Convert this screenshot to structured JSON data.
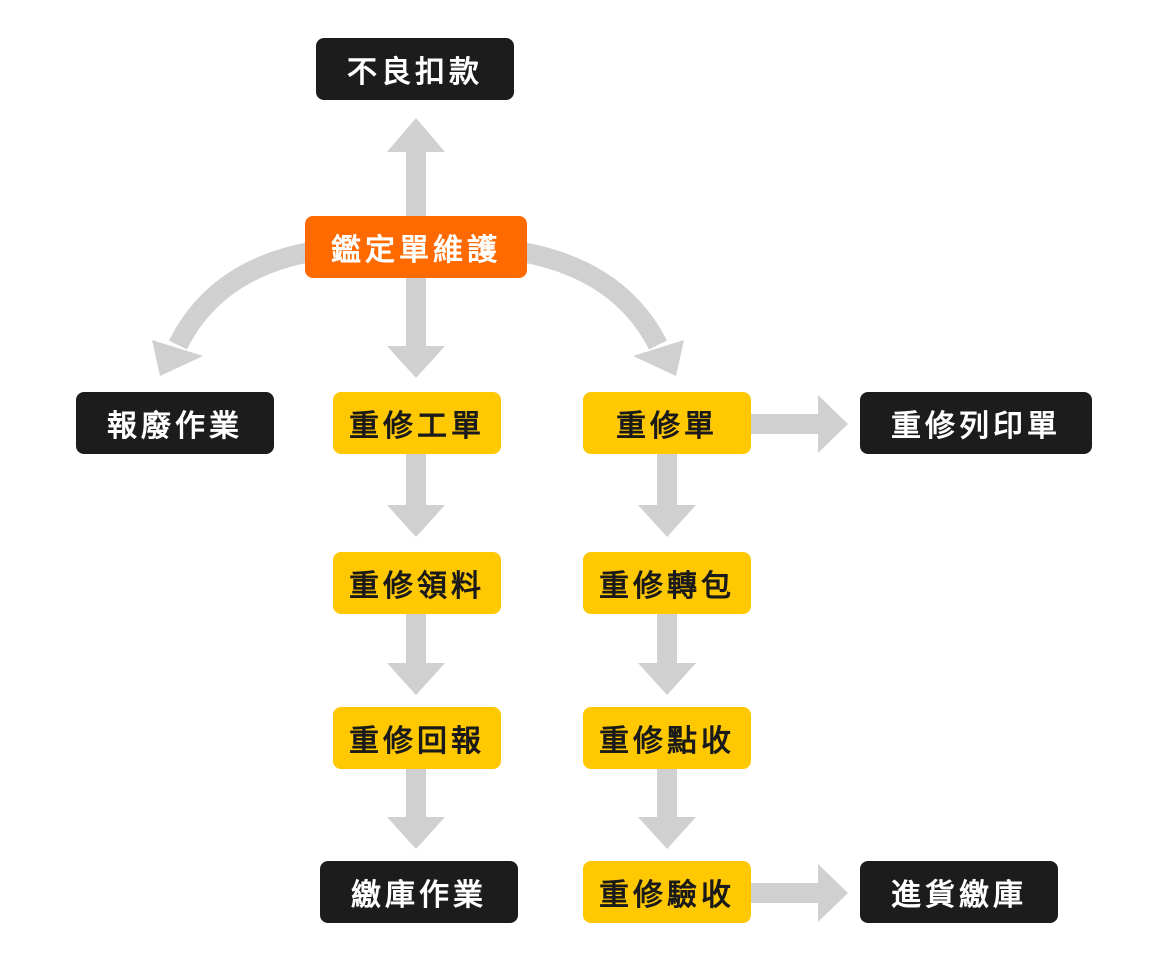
{
  "colors": {
    "dark_node": "#1c1c1c",
    "yellow_node": "#ffc800",
    "orange_node": "#ff6a00",
    "arrow": "#d0d0d0"
  },
  "nodes": {
    "deduction": "不良扣款",
    "appraisal": "鑑定單維護",
    "scrap": "報廢作業",
    "repair_work_order": "重修工單",
    "repair_order": "重修單",
    "repair_print": "重修列印單",
    "repair_material": "重修領料",
    "repair_subcontract": "重修轉包",
    "repair_report": "重修回報",
    "repair_receive": "重修點收",
    "stock_in": "繳庫作業",
    "repair_inspect": "重修驗收",
    "purchase_stock_in": "進貨繳庫"
  }
}
